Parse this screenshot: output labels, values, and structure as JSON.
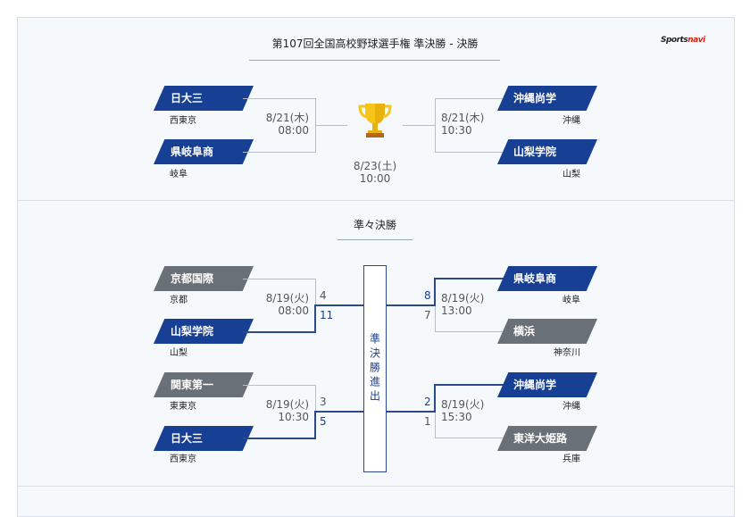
{
  "title": "第107回全国高校野球選手権 準決勝 - 決勝",
  "logo": {
    "a": "Sports",
    "b": "navi"
  },
  "semifinal": {
    "left": {
      "teams": [
        {
          "name": "日大三",
          "region": "西東京"
        },
        {
          "name": "県岐阜商",
          "region": "岐阜"
        }
      ],
      "date": "8/21(木)",
      "time": "08:00"
    },
    "right": {
      "teams": [
        {
          "name": "沖縄尚学",
          "region": "沖縄"
        },
        {
          "name": "山梨学院",
          "region": "山梨"
        }
      ],
      "date": "8/21(木)",
      "time": "10:30"
    },
    "final": {
      "date": "8/23(土)",
      "time": "10:00"
    }
  },
  "quarterfinal": {
    "title": "準々決勝",
    "advance_label": "準決勝進出",
    "matches": [
      {
        "teams": [
          {
            "name": "京都国際",
            "region": "京都",
            "score": "4"
          },
          {
            "name": "山梨学院",
            "region": "山梨",
            "score": "11"
          }
        ],
        "date": "8/19(火)",
        "time": "08:00",
        "winner": 1
      },
      {
        "teams": [
          {
            "name": "関東第一",
            "region": "東東京",
            "score": "3"
          },
          {
            "name": "日大三",
            "region": "西東京",
            "score": "5"
          }
        ],
        "date": "8/19(火)",
        "time": "10:30",
        "winner": 1
      },
      {
        "teams": [
          {
            "name": "県岐阜商",
            "region": "岐阜",
            "score": "8"
          },
          {
            "name": "横浜",
            "region": "神奈川",
            "score": "7"
          }
        ],
        "date": "8/19(火)",
        "time": "13:00",
        "winner": 0
      },
      {
        "teams": [
          {
            "name": "沖縄尚学",
            "region": "沖縄",
            "score": "2"
          },
          {
            "name": "東洋大姫路",
            "region": "兵庫",
            "score": "1"
          }
        ],
        "date": "8/19(火)",
        "time": "15:30",
        "winner": 0
      }
    ]
  },
  "colors": {
    "winner": "#173f93",
    "loser": "#6a7077"
  }
}
